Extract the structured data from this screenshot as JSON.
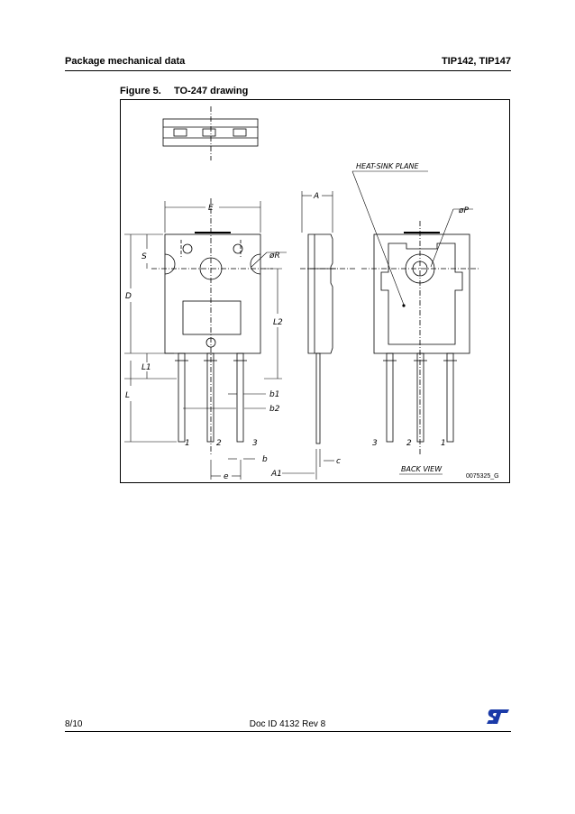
{
  "header": {
    "section": "Package mechanical data",
    "part": "TIP142, TIP147"
  },
  "figure": {
    "number": "Figure 5.",
    "title": "TO-247 drawing",
    "code": "0075325_G",
    "labels": {
      "heat_sink_plane": "HEAT-SINK PLANE",
      "E": "E",
      "A": "A",
      "phi_P": "øP",
      "phi_R": "øR",
      "S": "S",
      "D": "D",
      "L2": "L2",
      "L1": "L1",
      "L": "L",
      "b1": "b1",
      "b2": "b2",
      "b": "b",
      "e": "e",
      "A1": "A1",
      "c": "c",
      "pin_front": [
        "1",
        "2",
        "3"
      ],
      "pin_back": [
        "3",
        "2",
        "1"
      ],
      "back_view": "BACK VIEW"
    }
  },
  "footer": {
    "page": "8/10",
    "doc_id": "Doc ID 4132 Rev 8"
  },
  "logo": {
    "color": "#1a3aa8",
    "icon": "st-logo-icon"
  }
}
